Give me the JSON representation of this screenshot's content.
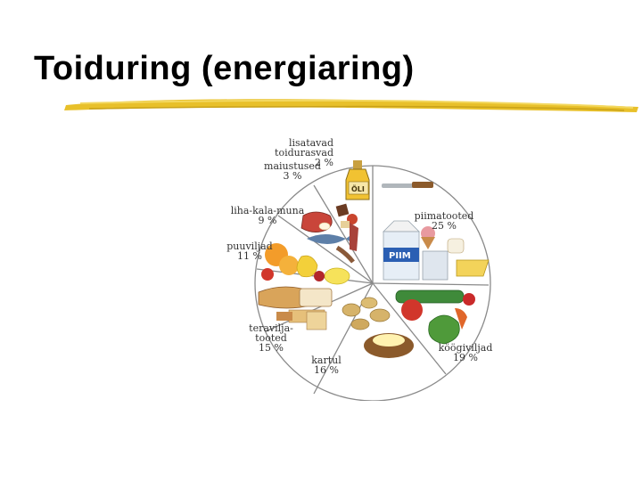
{
  "slide": {
    "title": "Toiduring (energiaring)"
  },
  "colors": {
    "title_text": "#000000",
    "underline": "#e8c02a",
    "ring_lines": "#8a8a8a",
    "label_text": "#333333"
  },
  "food_ring": {
    "segments": [
      {
        "name_line1": "lisatavad",
        "name_line2": "toidurasvad",
        "percent": "2 %"
      },
      {
        "name_line1": "maiustused",
        "percent": "3 %"
      },
      {
        "name_line1": "liha-kala-muna",
        "percent": "9 %"
      },
      {
        "name_line1": "puuviljad",
        "percent": "11 %"
      },
      {
        "name_line1": "teravilja-",
        "name_line2": "tooted",
        "percent": "15 %"
      },
      {
        "name_line1": "kartul",
        "percent": "16 %"
      },
      {
        "name_line1": "köögiviljad",
        "percent": "19 %"
      },
      {
        "name_line1": "piimatooted",
        "percent": "25 %"
      }
    ],
    "images": {
      "oil_bottle_label": "ÕLI",
      "milk_carton_label": "PIIM"
    }
  }
}
